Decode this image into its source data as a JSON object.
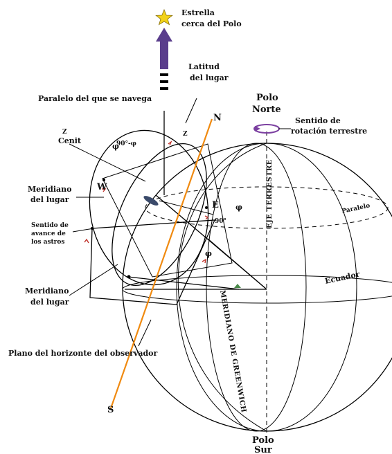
{
  "labels": {
    "star_caption_1": "Estrella",
    "star_caption_2": "cerca del Polo",
    "latitud_1": "Latitud",
    "latitud_2": "del lugar",
    "paralelo": "Paralelo del que se navega",
    "polo_norte_1": "Polo",
    "polo_norte_2": "Norte",
    "rotacion_1": "Sentido de",
    "rotacion_2": "rotación terrestre",
    "n": "N",
    "z_1": "Z",
    "z_2": "Cenit",
    "meridiano_lugar_top_1": "Meridiano",
    "meridiano_lugar_top_2": "del lugar",
    "w": "W",
    "sentido_astros_1": "Sentido de",
    "sentido_astros_2": "avance de",
    "sentido_astros_3": "los astros",
    "meridiano_lugar_bot_1": "Meridiano",
    "meridiano_lugar_bot_2": "del lugar",
    "e": "E",
    "s": "S",
    "ecuador": "Ecuador",
    "eje_terrestre": "EJE TERRESTRE",
    "meridiano_greenwich": "MERIDIANO DE GREENWICH",
    "plano_horizonte": "Plano del horizonte del observador",
    "polo_sur_1": "Polo",
    "polo_sur_2": "Sur",
    "paralelo_small": "Paralelo",
    "angle_phi": "φ",
    "angle_90phi": "90°-φ",
    "angle_90": "90°",
    "angle_phi_b": "φ",
    "angle_phi_c": "φ",
    "z_small": "Z"
  },
  "colors": {
    "star": "#f2d21a",
    "arrow": "#5a3d8c",
    "rotation": "#7b3fa0",
    "axis_orange": "#f08a10",
    "accent_red": "#c0322a"
  }
}
